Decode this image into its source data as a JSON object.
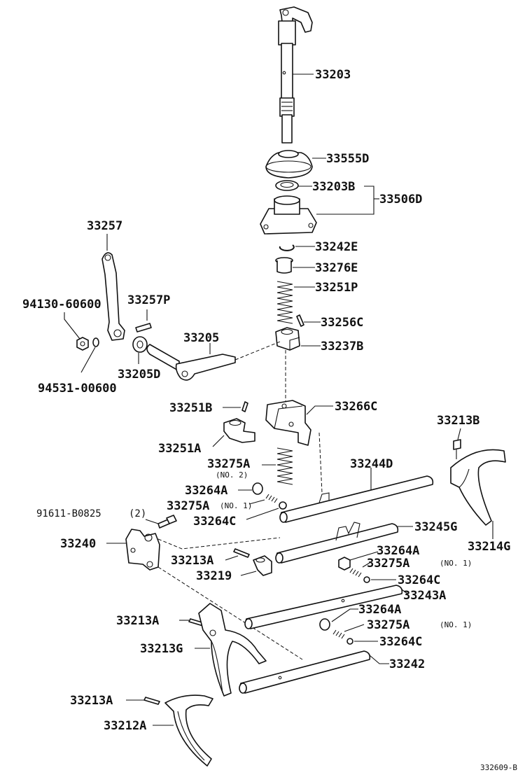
{
  "diagram_code": "332609-B",
  "labels": {
    "l33203": "33203",
    "l33555D": "33555D",
    "l33203B": "33203B",
    "l33506D": "33506D",
    "l33242E": "33242E",
    "l33276E": "33276E",
    "l33251P": "33251P",
    "l33256C": "33256C",
    "l33237B": "33237B",
    "l33257": "33257",
    "l94130": "94130-60600",
    "l33257P": "33257P",
    "l33205": "33205",
    "l33205D": "33205D",
    "l94531": "94531-00600",
    "l33251B": "33251B",
    "l33266C": "33266C",
    "l33213B_top": "33213B",
    "l33251A": "33251A",
    "l33275A_no2": "33275A",
    "l33275A_no2_sub": "(NO. 2)",
    "l33244D": "33244D",
    "l33264A_1": "33264A",
    "l33275A_no1_a": "33275A",
    "l33275A_no1_a_sub": "(NO. 1)",
    "l33264C_1": "33264C",
    "l91611": "91611-B0825",
    "l91611_qty": "(2)",
    "l33245G": "33245G",
    "l33214G": "33214G",
    "l33240": "33240",
    "l33264A_2": "33264A",
    "l33213A_1": "33213A",
    "l33275A_no1_b": "33275A",
    "l33275A_no1_b_sub": "(NO. 1)",
    "l33219": "33219",
    "l33264C_2": "33264C",
    "l33243A": "33243A",
    "l33264A_3": "33264A",
    "l33213A_2": "33213A",
    "l33275A_no1_c": "33275A",
    "l33275A_no1_c_sub": "(NO. 1)",
    "l33213G": "33213G",
    "l33264C_3": "33264C",
    "l33242": "33242",
    "l33213A_3": "33213A",
    "l33212A": "33212A"
  }
}
